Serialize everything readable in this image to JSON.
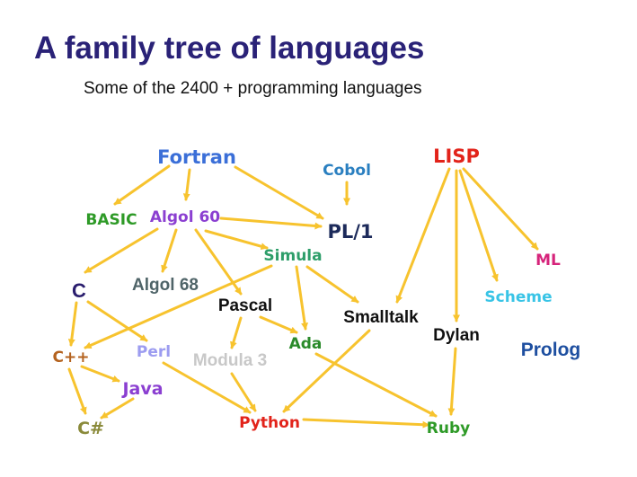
{
  "title": "A family tree of languages",
  "subtitle": "Some of the 2400 + programming languages",
  "edge_color": "#f7c32e",
  "languages": [
    {
      "id": "fortran",
      "label": "Fortran",
      "color": "#3b6fd8"
    },
    {
      "id": "cobol",
      "label": "Cobol",
      "color": "#2a7fc0"
    },
    {
      "id": "lisp",
      "label": "LISP",
      "color": "#e2231a"
    },
    {
      "id": "basic",
      "label": "BASIC",
      "color": "#2e9a27"
    },
    {
      "id": "algol60",
      "label": "Algol 60",
      "color": "#8b3fd1"
    },
    {
      "id": "pl1",
      "label": "PL/1",
      "color": "#1c2a5a"
    },
    {
      "id": "simula",
      "label": "Simula",
      "color": "#2e9e6a"
    },
    {
      "id": "ml",
      "label": "ML",
      "color": "#d6247b"
    },
    {
      "id": "c",
      "label": "C",
      "color": "#2a1d6e"
    },
    {
      "id": "algol68",
      "label": "Algol 68",
      "color": "#4f6468"
    },
    {
      "id": "scheme",
      "label": "Scheme",
      "color": "#39c4e6"
    },
    {
      "id": "pascal",
      "label": "Pascal",
      "color": "#111111"
    },
    {
      "id": "smalltalk",
      "label": "Smalltalk",
      "color": "#111111"
    },
    {
      "id": "dylan",
      "label": "Dylan",
      "color": "#111111"
    },
    {
      "id": "ada",
      "label": "Ada",
      "color": "#2a8a2a"
    },
    {
      "id": "prolog",
      "label": "Prolog",
      "color": "#1e4fa0"
    },
    {
      "id": "cpp",
      "label": "C++",
      "color": "#b4621e"
    },
    {
      "id": "perl",
      "label": "Perl",
      "color": "#9c9cf0"
    },
    {
      "id": "modula3",
      "label": "Modula 3",
      "color": "#c8c8c8"
    },
    {
      "id": "java",
      "label": "Java",
      "color": "#8b3fd1"
    },
    {
      "id": "csharp",
      "label": "C#",
      "color": "#8a8a3a"
    },
    {
      "id": "python",
      "label": "Python",
      "color": "#e2231a"
    },
    {
      "id": "ruby",
      "label": "Ruby",
      "color": "#2e9a27"
    }
  ],
  "edges": [
    [
      "fortran",
      "basic"
    ],
    [
      "fortran",
      "algol60"
    ],
    [
      "fortran",
      "pl1"
    ],
    [
      "cobol",
      "pl1"
    ],
    [
      "algol60",
      "pl1"
    ],
    [
      "algol60",
      "c"
    ],
    [
      "algol60",
      "algol68"
    ],
    [
      "algol60",
      "simula"
    ],
    [
      "algol60",
      "pascal"
    ],
    [
      "simula",
      "smalltalk"
    ],
    [
      "simula",
      "ada"
    ],
    [
      "simula",
      "cpp"
    ],
    [
      "c",
      "cpp"
    ],
    [
      "c",
      "perl"
    ],
    [
      "pascal",
      "ada"
    ],
    [
      "pascal",
      "modula3"
    ],
    [
      "lisp",
      "smalltalk"
    ],
    [
      "lisp",
      "dylan"
    ],
    [
      "lisp",
      "scheme"
    ],
    [
      "lisp",
      "ml"
    ],
    [
      "cpp",
      "java"
    ],
    [
      "cpp",
      "csharp"
    ],
    [
      "java",
      "csharp"
    ],
    [
      "perl",
      "python"
    ],
    [
      "modula3",
      "python"
    ],
    [
      "smalltalk",
      "python"
    ],
    [
      "ada",
      "ruby"
    ],
    [
      "dylan",
      "ruby"
    ],
    [
      "python",
      "ruby"
    ]
  ]
}
